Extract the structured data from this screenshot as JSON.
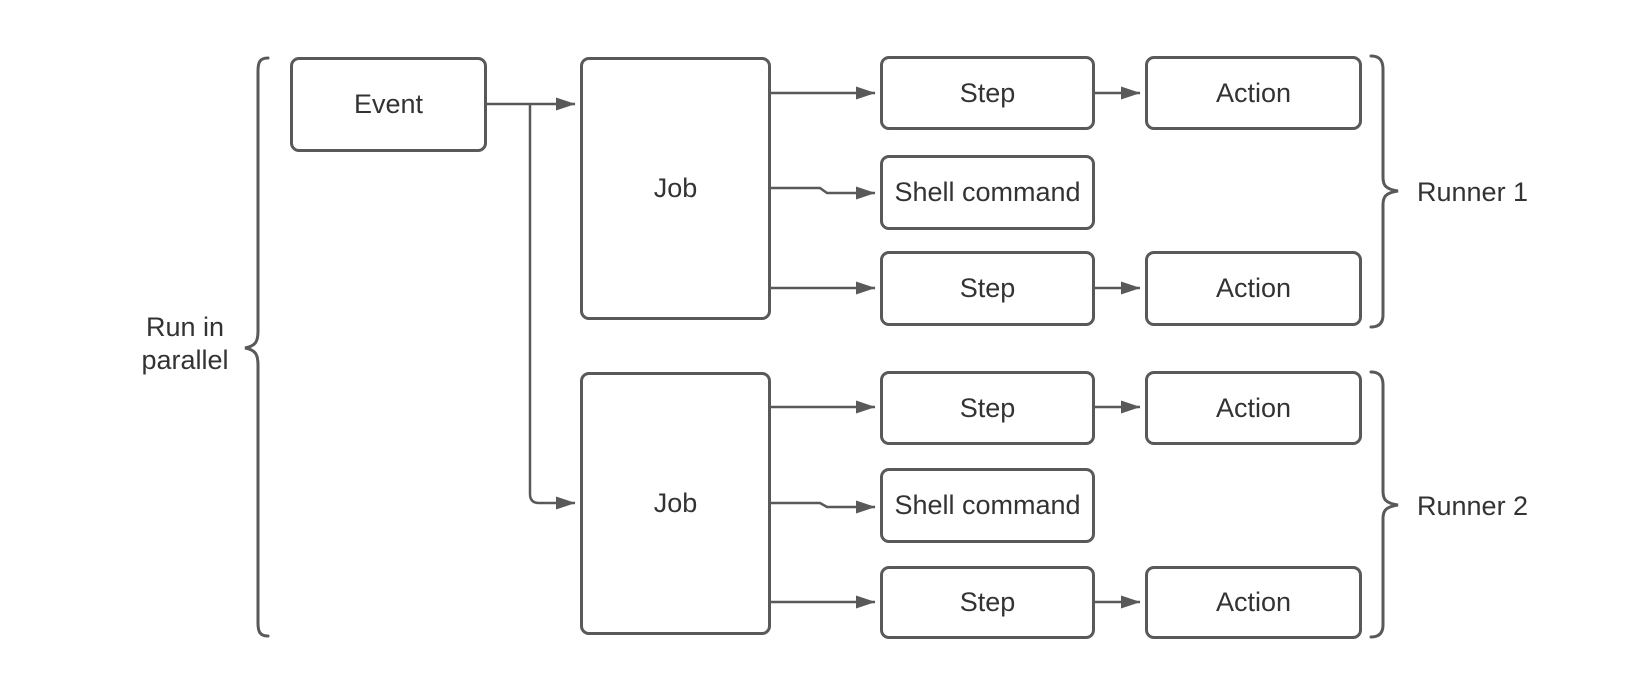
{
  "diagram": {
    "description": "Workflow diagram: an Event triggers two Jobs that run in parallel; each Job runs Steps (which use Actions) and a Shell command on its own Runner.",
    "nodes": {
      "event": {
        "label": "Event"
      },
      "job_1": {
        "label": "Job"
      },
      "job_2": {
        "label": "Job"
      },
      "step_1": {
        "label": "Step"
      },
      "shell_command_1": {
        "label": "Shell command"
      },
      "step_2": {
        "label": "Step"
      },
      "action_1": {
        "label": "Action"
      },
      "action_2": {
        "label": "Action"
      },
      "step_3": {
        "label": "Step"
      },
      "shell_command_2": {
        "label": "Shell command"
      },
      "step_4": {
        "label": "Step"
      },
      "action_3": {
        "label": "Action"
      },
      "action_4": {
        "label": "Action"
      }
    },
    "annotations": {
      "parallel_label": "Run in\nparallel",
      "runner_1_label": "Runner 1",
      "runner_2_label": "Runner 2"
    },
    "edges": [
      {
        "from": "event",
        "to": "job_1"
      },
      {
        "from": "event",
        "to": "job_2"
      },
      {
        "from": "job_1",
        "to": "step_1"
      },
      {
        "from": "job_1",
        "to": "shell_command_1"
      },
      {
        "from": "job_1",
        "to": "step_2"
      },
      {
        "from": "job_2",
        "to": "step_3"
      },
      {
        "from": "job_2",
        "to": "shell_command_2"
      },
      {
        "from": "job_2",
        "to": "step_4"
      },
      {
        "from": "step_1",
        "to": "action_1"
      },
      {
        "from": "step_2",
        "to": "action_2"
      },
      {
        "from": "step_3",
        "to": "action_3"
      },
      {
        "from": "step_4",
        "to": "action_4"
      }
    ],
    "colors": {
      "stroke": "#595959",
      "text": "#333333",
      "background": "#ffffff"
    }
  }
}
